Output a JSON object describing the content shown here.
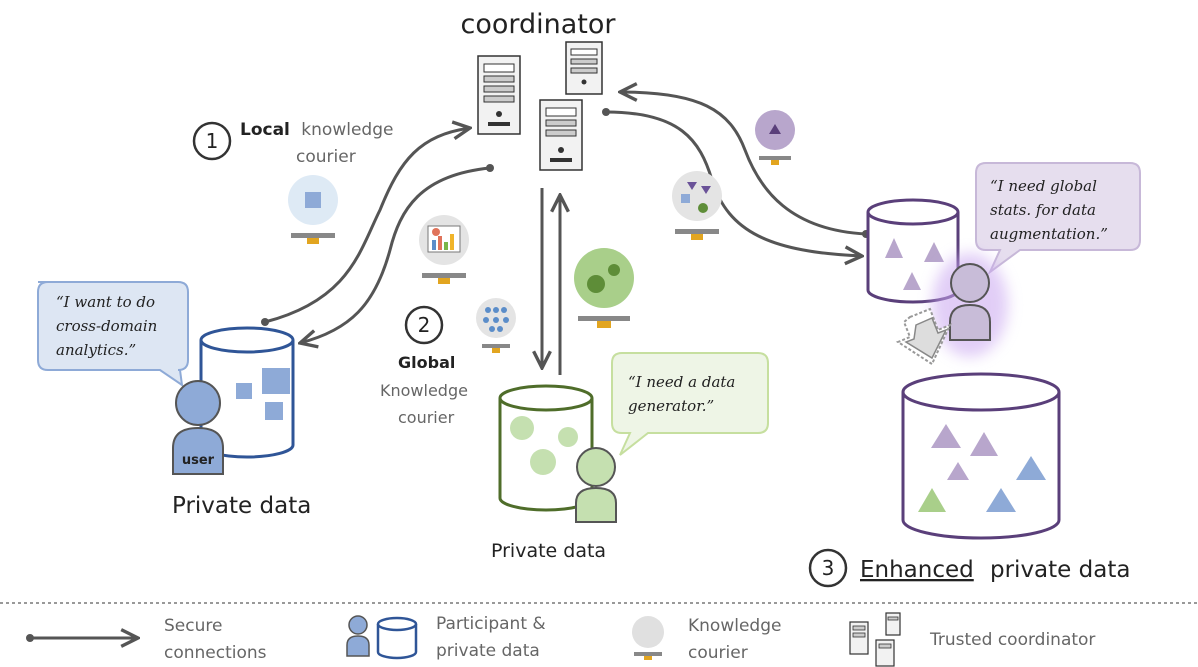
{
  "title": "coordinator",
  "steps": {
    "local": {
      "num": "1",
      "bold": "Local",
      "rest": "knowledge",
      "line2": "courier"
    },
    "global": {
      "num": "2",
      "bold": "Global",
      "line2": "Knowledge",
      "line3": "courier"
    },
    "enhanced": {
      "num": "3",
      "underlined": "Enhanced",
      "rest": "private data"
    }
  },
  "bubbles": {
    "left": [
      "“I want to do",
      "cross-domain",
      "analytics.”"
    ],
    "middle": [
      "“I need a data",
      "generator.”"
    ],
    "right": [
      "“I need global",
      "stats. for data",
      "augmentation.”"
    ]
  },
  "labels": {
    "private_left": "Private data",
    "private_middle": "Private data",
    "user": "user"
  },
  "legend": {
    "connections": [
      "Secure",
      "connections"
    ],
    "participant": [
      "Participant &",
      "private data"
    ],
    "courier": [
      "Knowledge",
      "courier"
    ],
    "coordinator": "Trusted coordinator"
  },
  "colors": {
    "blue": "#8eaad7",
    "blue_dark": "#2f5597",
    "green": "#a9cf8a",
    "green_dark": "#4f6d2a",
    "purple": "#b8a6cc",
    "purple_dark": "#5a3f7a",
    "arrow": "#555555"
  }
}
